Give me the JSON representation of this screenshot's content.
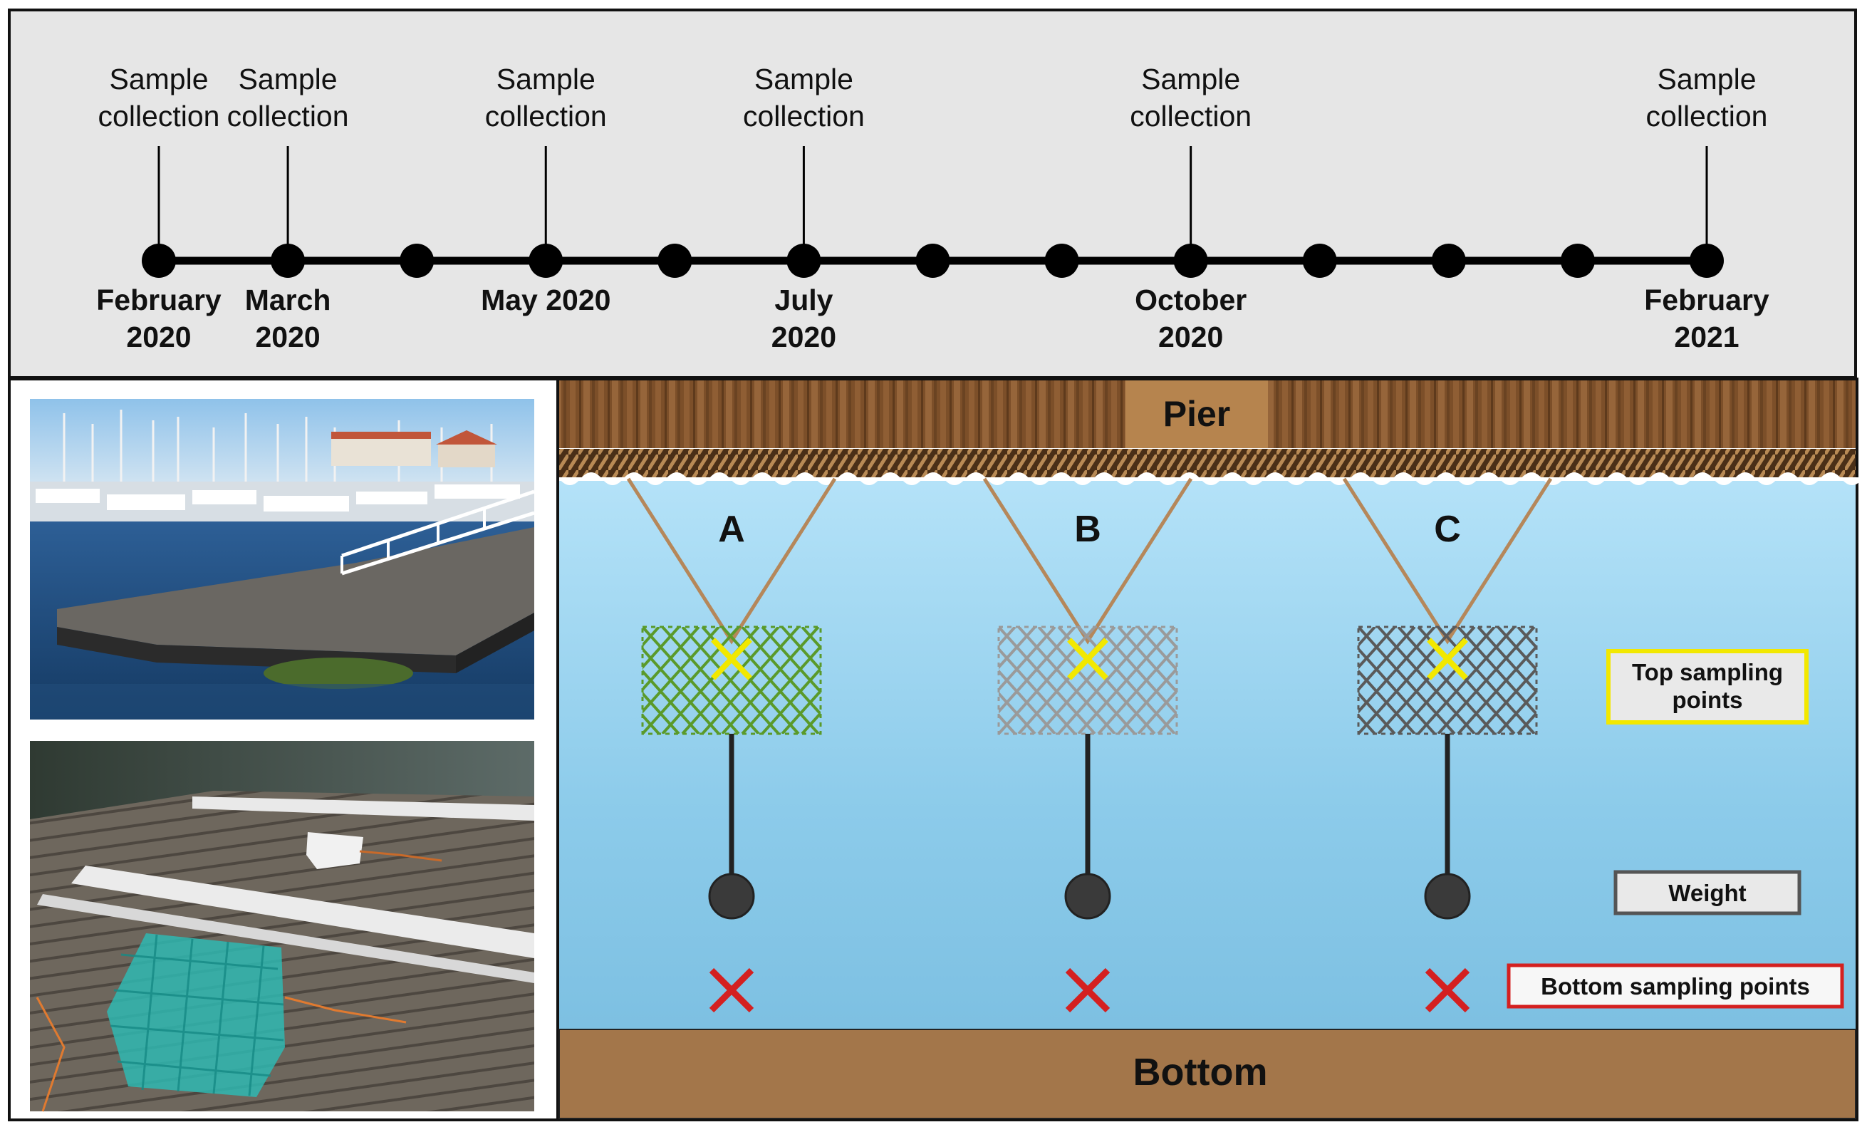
{
  "timeline": {
    "sample_label_line1": "Sample",
    "sample_label_line2": "collection",
    "events": [
      {
        "month_line1": "February",
        "month_line2": "2020",
        "sampled": true
      },
      {
        "month_line1": "March",
        "month_line2": "2020",
        "sampled": true
      },
      {
        "month_line1": "",
        "month_line2": "",
        "sampled": false
      },
      {
        "month_line1": "May 2020",
        "month_line2": "",
        "sampled": true
      },
      {
        "month_line1": "",
        "month_line2": "",
        "sampled": false
      },
      {
        "month_line1": "July",
        "month_line2": "2020",
        "sampled": true
      },
      {
        "month_line1": "",
        "month_line2": "",
        "sampled": false
      },
      {
        "month_line1": "",
        "month_line2": "",
        "sampled": false
      },
      {
        "month_line1": "October",
        "month_line2": "2020",
        "sampled": true
      },
      {
        "month_line1": "",
        "month_line2": "",
        "sampled": false
      },
      {
        "month_line1": "",
        "month_line2": "",
        "sampled": false
      },
      {
        "month_line1": "",
        "month_line2": "",
        "sampled": false
      },
      {
        "month_line1": "February",
        "month_line2": "2021",
        "sampled": true
      }
    ]
  },
  "setup": {
    "pier_label": "Pier",
    "bottom_label": "Bottom",
    "nets": [
      {
        "label": "A",
        "color": "#5a9a2a"
      },
      {
        "label": "B",
        "color": "#9a9a9a"
      },
      {
        "label": "C",
        "color": "#5a5a5a"
      }
    ],
    "legend": {
      "top_sampling_line1": "Top sampling",
      "top_sampling_line2": "points",
      "weight": "Weight",
      "bottom_sampling": "Bottom sampling points"
    },
    "colors": {
      "water": "#a9dcf4",
      "pier": "#8a5a30",
      "bottom": "#a3764a",
      "top_marker": "#f2e800",
      "bottom_marker": "#d42020"
    }
  },
  "photos": [
    {
      "icon": "marina-photo"
    },
    {
      "icon": "net-on-dock-photo"
    }
  ]
}
